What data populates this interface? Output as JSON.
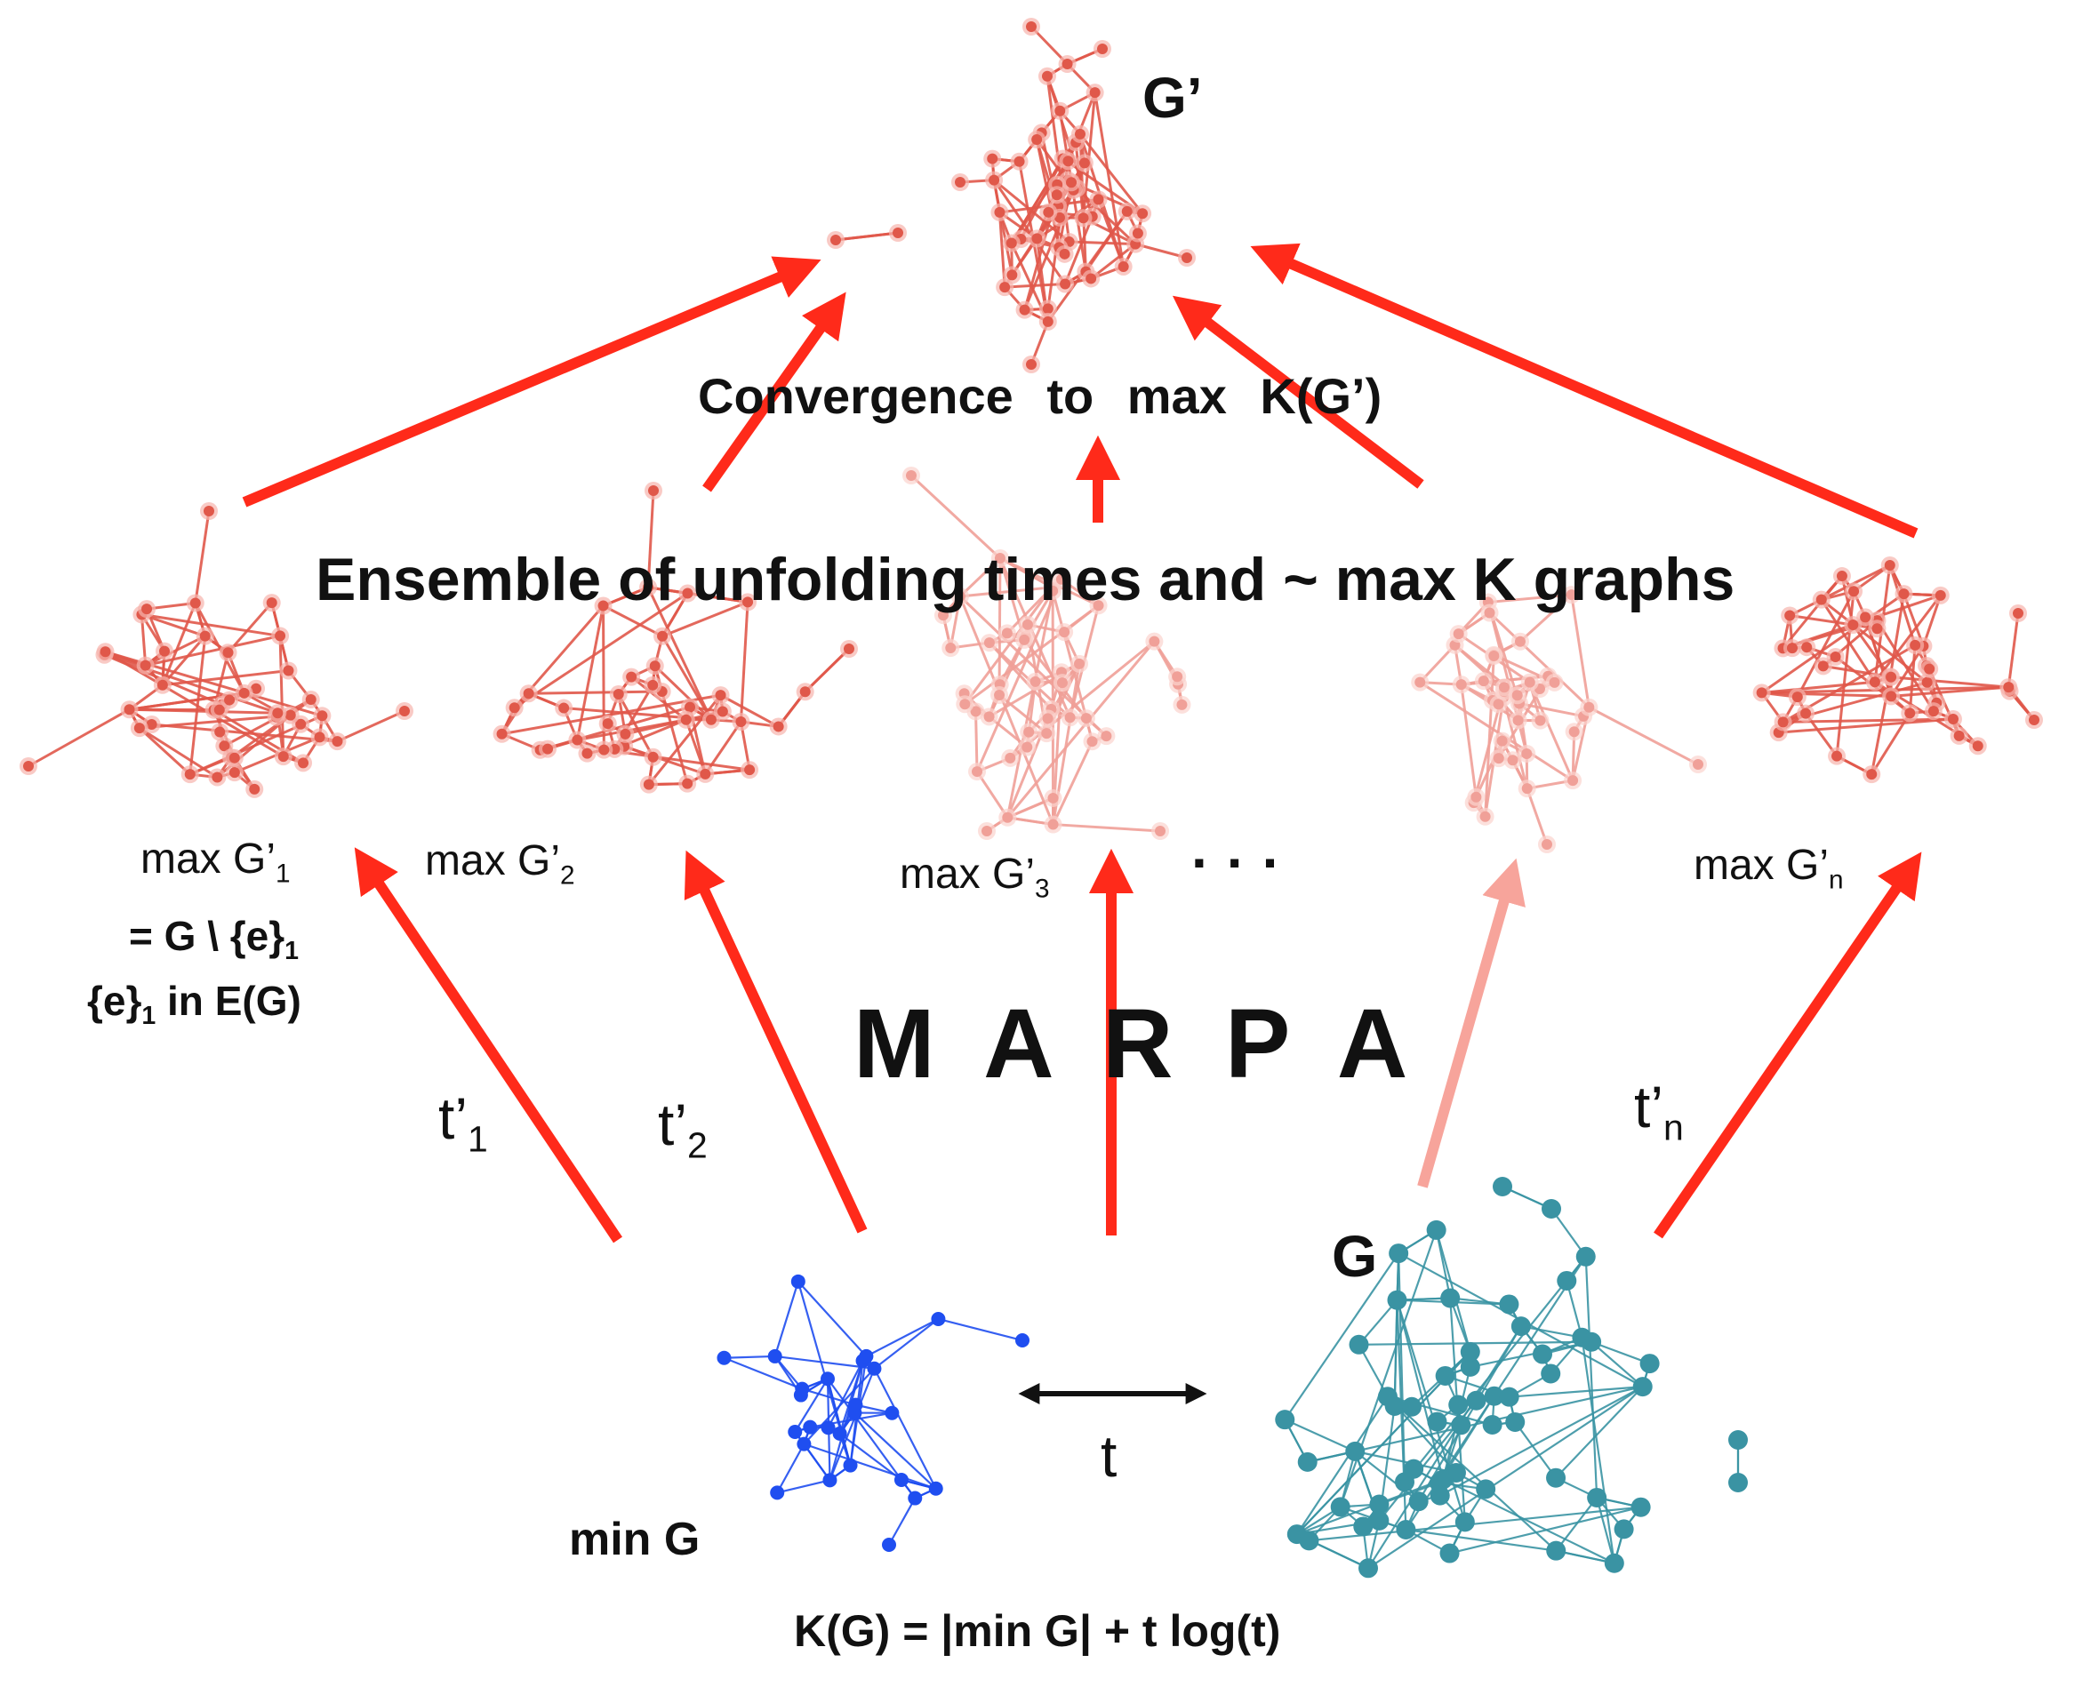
{
  "labels": {
    "g_prime": "G’",
    "convergence": "Convergence to max K(G’)",
    "ensemble": "Ensemble of unfolding times and ~ max K graphs",
    "max_g1": "max G’",
    "max_g1_sub": "1",
    "max_g2": "max G’",
    "max_g2_sub": "2",
    "max_g3": "max G’",
    "max_g3_sub": "3",
    "max_gn": "max G’",
    "max_gn_sub": "n",
    "ellipsis": "...",
    "eq_line1": "= G \\ {e}",
    "eq_line1_sub": "1",
    "eq_line2_a": "{e}",
    "eq_line2_sub": "1",
    "eq_line2_b": " in E(G)",
    "marpa": "M A R P A",
    "t1": "t’",
    "t1_sub": "1",
    "t2": "t’",
    "t2_sub": "2",
    "tn": "t’",
    "tn_sub": "n",
    "g": "G",
    "t": "t",
    "min_g": "min G",
    "formula": "K(G) = |min G| + t log(t)"
  },
  "colors": {
    "arrow": "#ff2a1a",
    "red_graph": "#e0584a",
    "red_node_glow": "#f6b4ac",
    "pale_graph": "#f0a098",
    "blue_graph": "#1f4ef0",
    "teal_graph": "#3a93a3",
    "text": "#111111"
  },
  "icons": {
    "double_arrow": "double-headed-arrow-icon"
  }
}
